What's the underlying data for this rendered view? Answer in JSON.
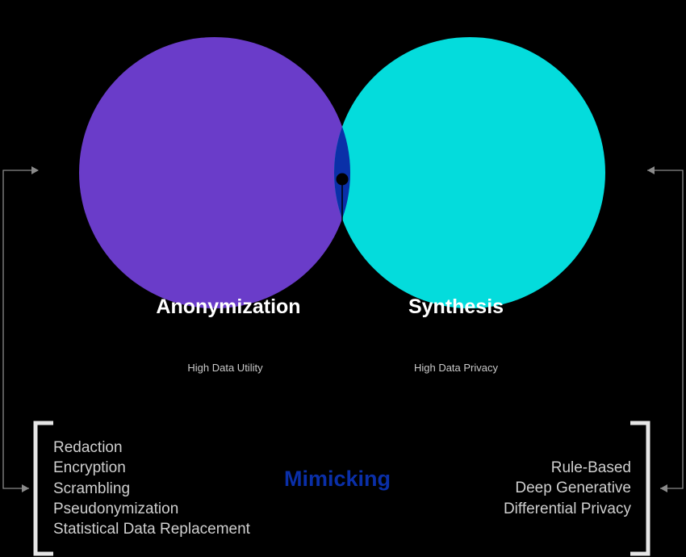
{
  "diagram": {
    "left_circle": {
      "label": "Anonymization",
      "caption": "High Data Utility",
      "color": "#6a3cc9"
    },
    "right_circle": {
      "label": "Synthesis",
      "caption": "High Data Privacy",
      "color": "#04dcdc"
    },
    "overlap_color": "#0a30a8",
    "center_label": "Mimicking",
    "left_list": [
      "Redaction",
      "Encryption",
      "Scrambling",
      "Pseudonymization",
      "Statistical Data Replacement"
    ],
    "right_list": [
      "Rule-Based",
      "Deep Generative",
      "Differential Privacy"
    ],
    "line_color": "#8a8a8a",
    "bracket_color": "#e6e6e6"
  }
}
